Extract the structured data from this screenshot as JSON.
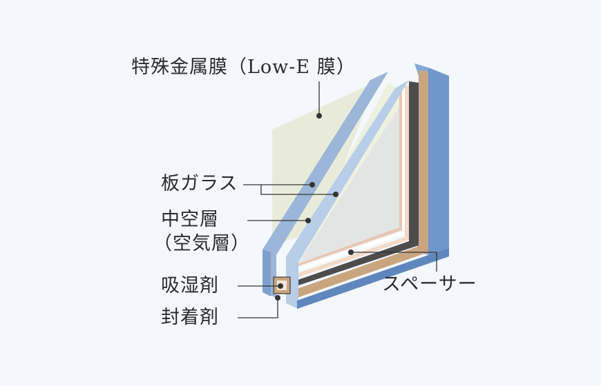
{
  "labels": {
    "low_e": "特殊金属膜（Low-E 膜）",
    "glass": "板ガラス",
    "air_layer_line1": "中空層",
    "air_layer_line2": "（空気層）",
    "desiccant": "吸湿剤",
    "sealant": "封着剤",
    "spacer": "スペーサー"
  },
  "colors": {
    "background": "#f4f8fd",
    "glass_edge": "#b7cde8",
    "glass_edge_dark": "#9bb6d8",
    "low_e_film": "#e8ead8",
    "air_layer": "#e3e5e4",
    "frame_blue": "#6f97c9",
    "frame_tan": "#c9a57f",
    "spacer_dark": "#4c4c4c",
    "leader_line": "#333333"
  }
}
